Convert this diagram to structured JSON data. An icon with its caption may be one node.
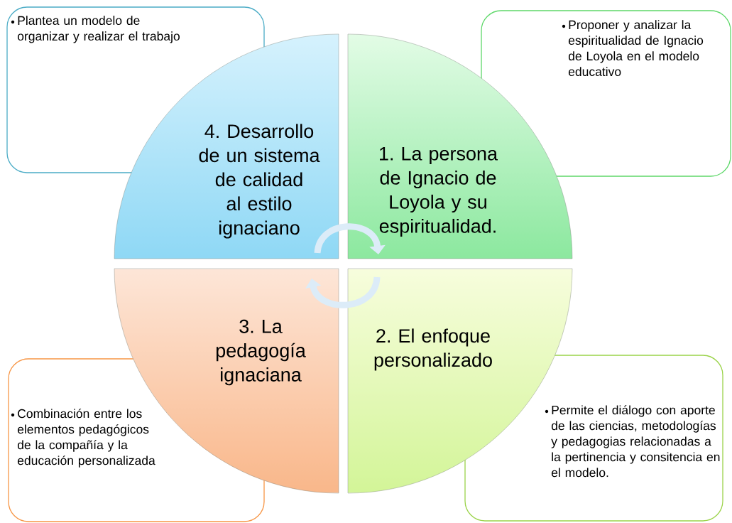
{
  "diagram": {
    "nodes": [
      {
        "text": [
          "Plantea un modelo de organizar y realizar el trabajo"
        ]
      },
      {
        "text": [
          "Proponer y analizar la espiritualidad de Ignacio de Loyola en el modelo educativo"
        ]
      },
      {
        "text": [
          "4. Desarrollo de un sistema de calidad al estilo ignaciano"
        ]
      },
      {
        "text": [
          "1. La persona de Ignacio de Loyola y su espiritualidad."
        ]
      },
      {
        "text": [
          "3. La pedagogía ignaciana"
        ]
      },
      {
        "text": [
          "2. El enfoque personalizado"
        ]
      },
      {
        "text": [
          "Combinación entre los elementos pedagógicos de la compañía y la educación personalizada"
        ]
      },
      {
        "text": [
          "Permite el diálogo con aporte de las ciencias, metodologías y pedagogias relacionadas a la pertinencia y consitencia en el modelo."
        ]
      }
    ],
    "edges": [
      {
        "from": 2,
        "to": 3,
        "arrow": "to"
      },
      {
        "from": 5,
        "to": 4,
        "arrow": "to"
      }
    ]
  }
}
